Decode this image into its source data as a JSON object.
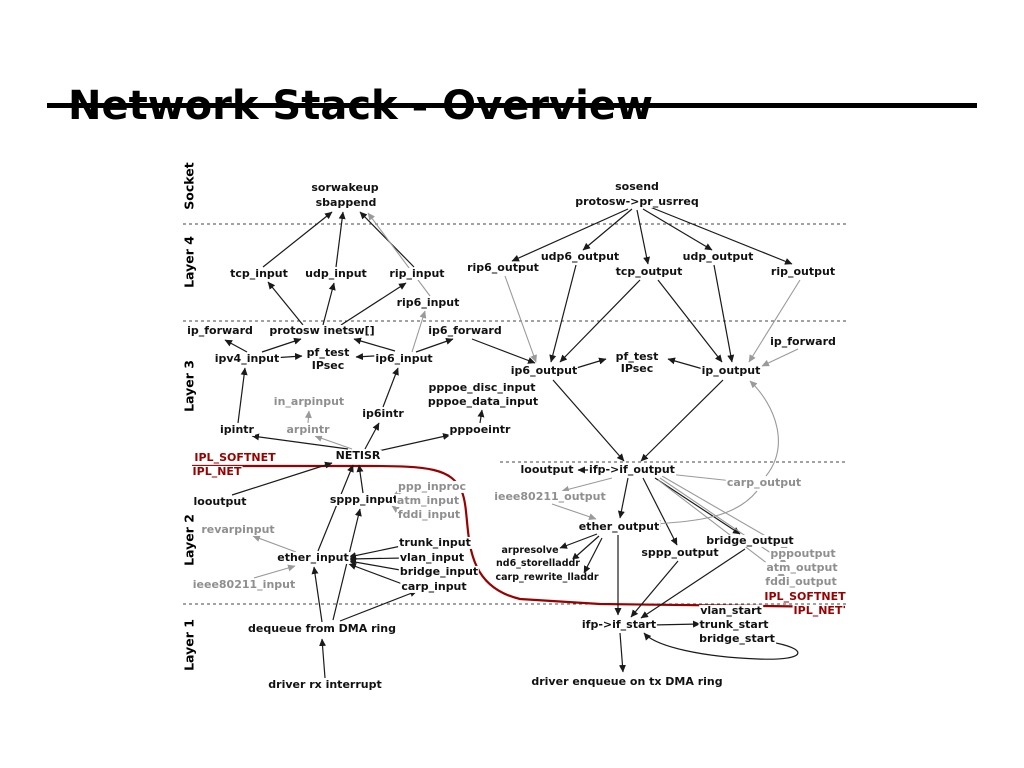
{
  "title": "Network Stack - Overview",
  "layer_labels": {
    "socket": "Socket",
    "layer4": "Layer 4",
    "layer3": "Layer 3",
    "layer2": "Layer 2",
    "layer1": "Layer 1"
  },
  "ipl": {
    "softnet_left": "IPL_SOFTNET",
    "net_left": "IPL_NET",
    "softnet_right": "IPL_SOFTNET",
    "net_right": "IPL_NET"
  },
  "colors": {
    "ipl_line": "#990000",
    "gray_node": "#8f8f8f",
    "black_node": "#111111"
  },
  "nodes": {
    "sorwakeup": "sorwakeup",
    "sbappend": "sbappend",
    "sosend": "sosend",
    "protosw_pr_usrreq": "protosw->pr_usrreq",
    "tcp_input": "tcp_input",
    "udp_input": "udp_input",
    "rip_input": "rip_input",
    "rip6_input": "rip6_input",
    "rip6_output": "rip6_output",
    "udp6_output": "udp6_output",
    "tcp_output": "tcp_output",
    "udp_output": "udp_output",
    "rip_output": "rip_output",
    "ip_forward_left": "ip_forward",
    "protosw_inetsw": "protosw inetsw[]",
    "ip6_forward": "ip6_forward",
    "ipv4_input": "ipv4_input",
    "pf_test_left": "pf_test",
    "ipsec_left": "IPsec",
    "ip6_input": "ip6_input",
    "ip6_output": "ip6_output",
    "pf_test_right": "pf_test",
    "ipsec_right": "IPsec",
    "ip_output": "ip_output",
    "ip_forward_right": "ip_forward",
    "in_arpinput": "in_arpinput",
    "ip6intr": "ip6intr",
    "pppoe_disc_input": "pppoe_disc_input",
    "pppoe_data_input": "pppoe_data_input",
    "ipintr": "ipintr",
    "arpintr": "arpintr",
    "pppoeintr": "pppoeintr",
    "netisr": "NETISR",
    "looutput_right": "looutput",
    "ifp_if_output": "ifp->if_output",
    "carp_output": "carp_output",
    "looutput_left": "looutput",
    "sppp_input": "sppp_input",
    "ppp_inproc": "ppp_inproc",
    "atm_input": "atm_input",
    "fddi_input": "fddi_input",
    "ieee80211_output": "ieee80211_output",
    "ether_output": "ether_output",
    "revarpinput": "revarpinput",
    "trunk_input": "trunk_input",
    "vlan_input": "vlan_input",
    "bridge_input": "bridge_input",
    "carp_input": "carp_input",
    "bridge_output": "bridge_output",
    "sppp_output": "sppp_output",
    "pppoutput": "pppoutput",
    "atm_output": "atm_output",
    "fddi_output": "fddi_output",
    "ether_input": "ether_input",
    "arpresolve": "arpresolve",
    "nd6_storelladdr": "nd6_storelladdr",
    "carp_rewrite_lladdr": "carp_rewrite_lladdr",
    "ieee80211_input": "ieee80211_input",
    "dequeue_dma": "dequeue from DMA ring",
    "ifp_if_start": "ifp->if_start",
    "vlan_start": "vlan_start",
    "trunk_start": "trunk_start",
    "bridge_start": "bridge_start",
    "driver_rx": "driver rx interrupt",
    "driver_tx": "driver enqueue on tx DMA ring"
  }
}
